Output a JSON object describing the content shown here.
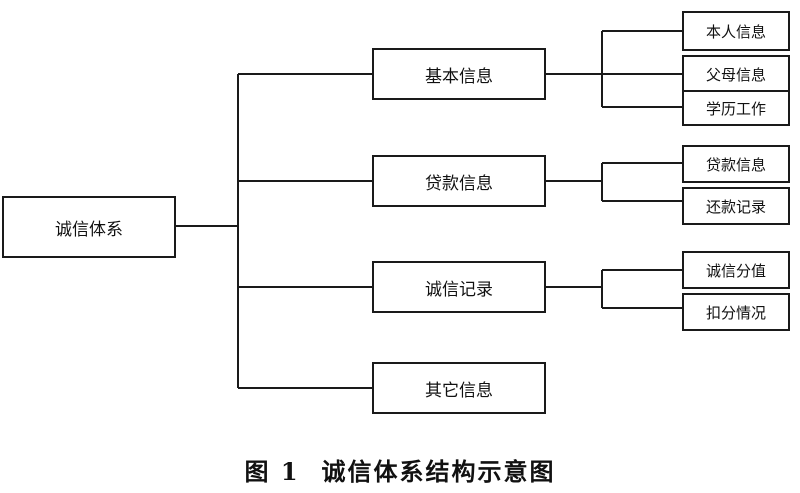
{
  "root": {
    "label": "诚信体系"
  },
  "branches": [
    {
      "label": "基本信息",
      "children": [
        "本人信息",
        "父母信息",
        "学历工作"
      ]
    },
    {
      "label": "贷款信息",
      "children": [
        "贷款信息",
        "还款记录"
      ]
    },
    {
      "label": "诚信记录",
      "children": [
        "诚信分值",
        "扣分情况"
      ]
    },
    {
      "label": "其它信息",
      "children": []
    }
  ],
  "caption": {
    "number": "图 1",
    "text": "诚信体系结构示意图"
  }
}
